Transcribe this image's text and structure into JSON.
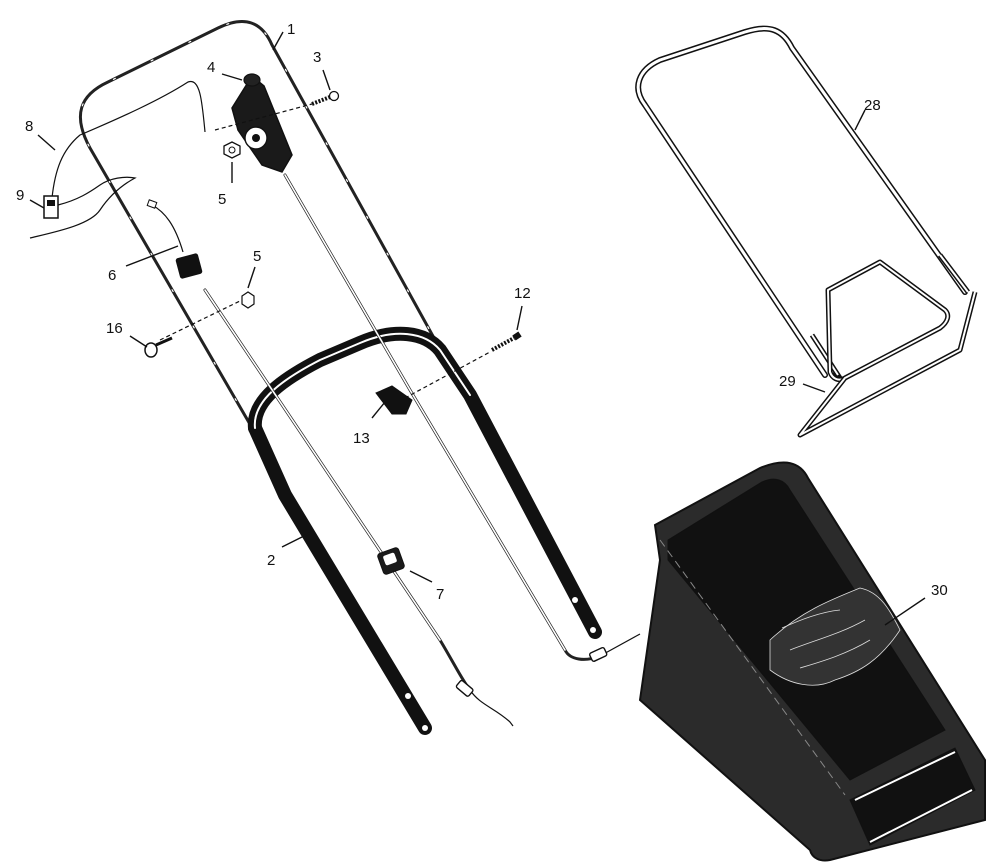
{
  "labels": {
    "n1": "1",
    "n2": "2",
    "n3": "3",
    "n4": "4",
    "n5a": "5",
    "n5b": "5",
    "n6": "6",
    "n7": "7",
    "n8": "8",
    "n9": "9",
    "n12": "12",
    "n13": "13",
    "n16": "16",
    "n28": "28",
    "n29": "29",
    "n30": "30"
  },
  "colors": {
    "ink": "#111111",
    "paper": "#ffffff",
    "bag": "#2b2b2b"
  }
}
